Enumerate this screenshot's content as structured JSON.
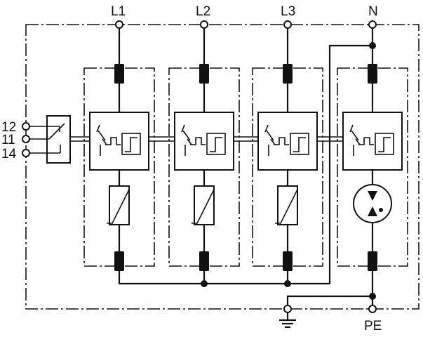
{
  "diagram": {
    "phase_labels": [
      "L1",
      "L2",
      "L3",
      "N"
    ],
    "contact_labels": [
      "12",
      "11",
      "14"
    ],
    "pe_label": "PE",
    "icons": {
      "ground": "ground-symbol-icon",
      "varistor": "varistor-icon",
      "gas_discharge_tube": "spark-gap-icon",
      "disconnector": "thermal-disconnector-icon",
      "terminal": "terminal-circle-icon",
      "fuse": "fuse-element-icon"
    },
    "colors": {
      "line": "#111111",
      "background": "#ffffff"
    }
  }
}
